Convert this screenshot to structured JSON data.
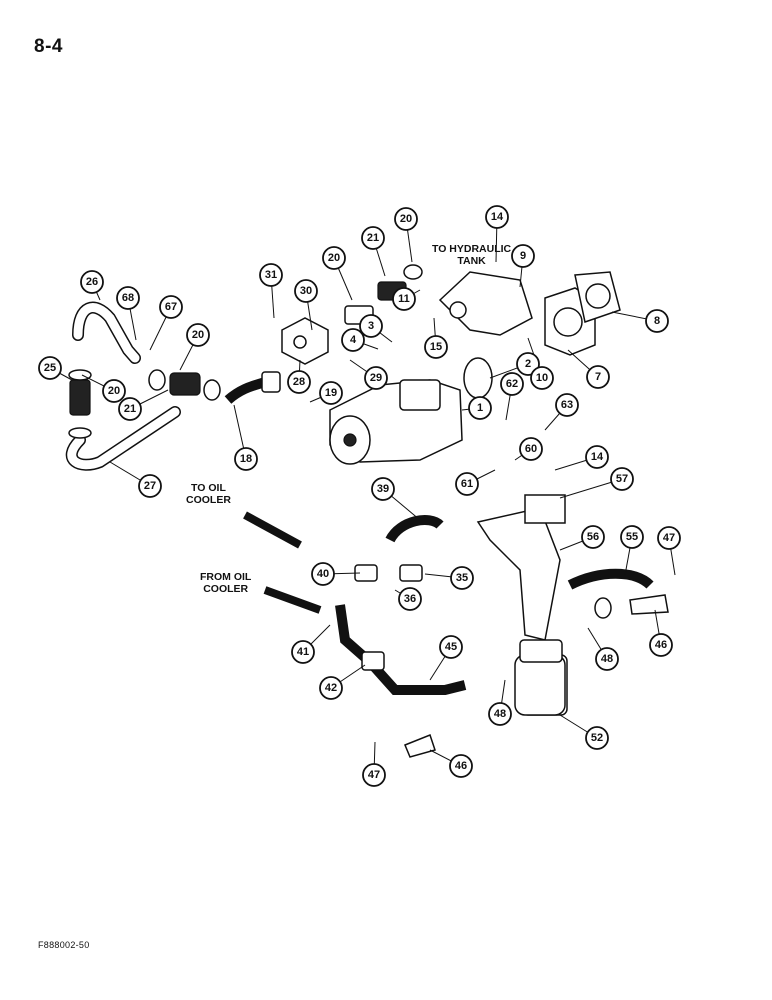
{
  "page": {
    "number": "8-4",
    "figure_id": "F888002-50"
  },
  "notes": {
    "to_hydraulic_tank": "TO HYDRAULIC\nTANK",
    "to_oil_cooler": "TO OIL\nCOOLER",
    "from_oil_cooler": "FROM OIL\nCOOLER"
  },
  "callouts": [
    "20",
    "14",
    "21",
    "9",
    "20",
    "26",
    "31",
    "30",
    "68",
    "67",
    "20",
    "8",
    "11",
    "3",
    "15",
    "4",
    "25",
    "20",
    "28",
    "29",
    "2",
    "10",
    "7",
    "21",
    "19",
    "62",
    "63",
    "1",
    "18",
    "60",
    "14",
    "61",
    "27",
    "57",
    "39",
    "56",
    "55",
    "47",
    "40",
    "35",
    "36",
    "48",
    "46",
    "41",
    "42",
    "45",
    "48",
    "52",
    "46",
    "47"
  ]
}
